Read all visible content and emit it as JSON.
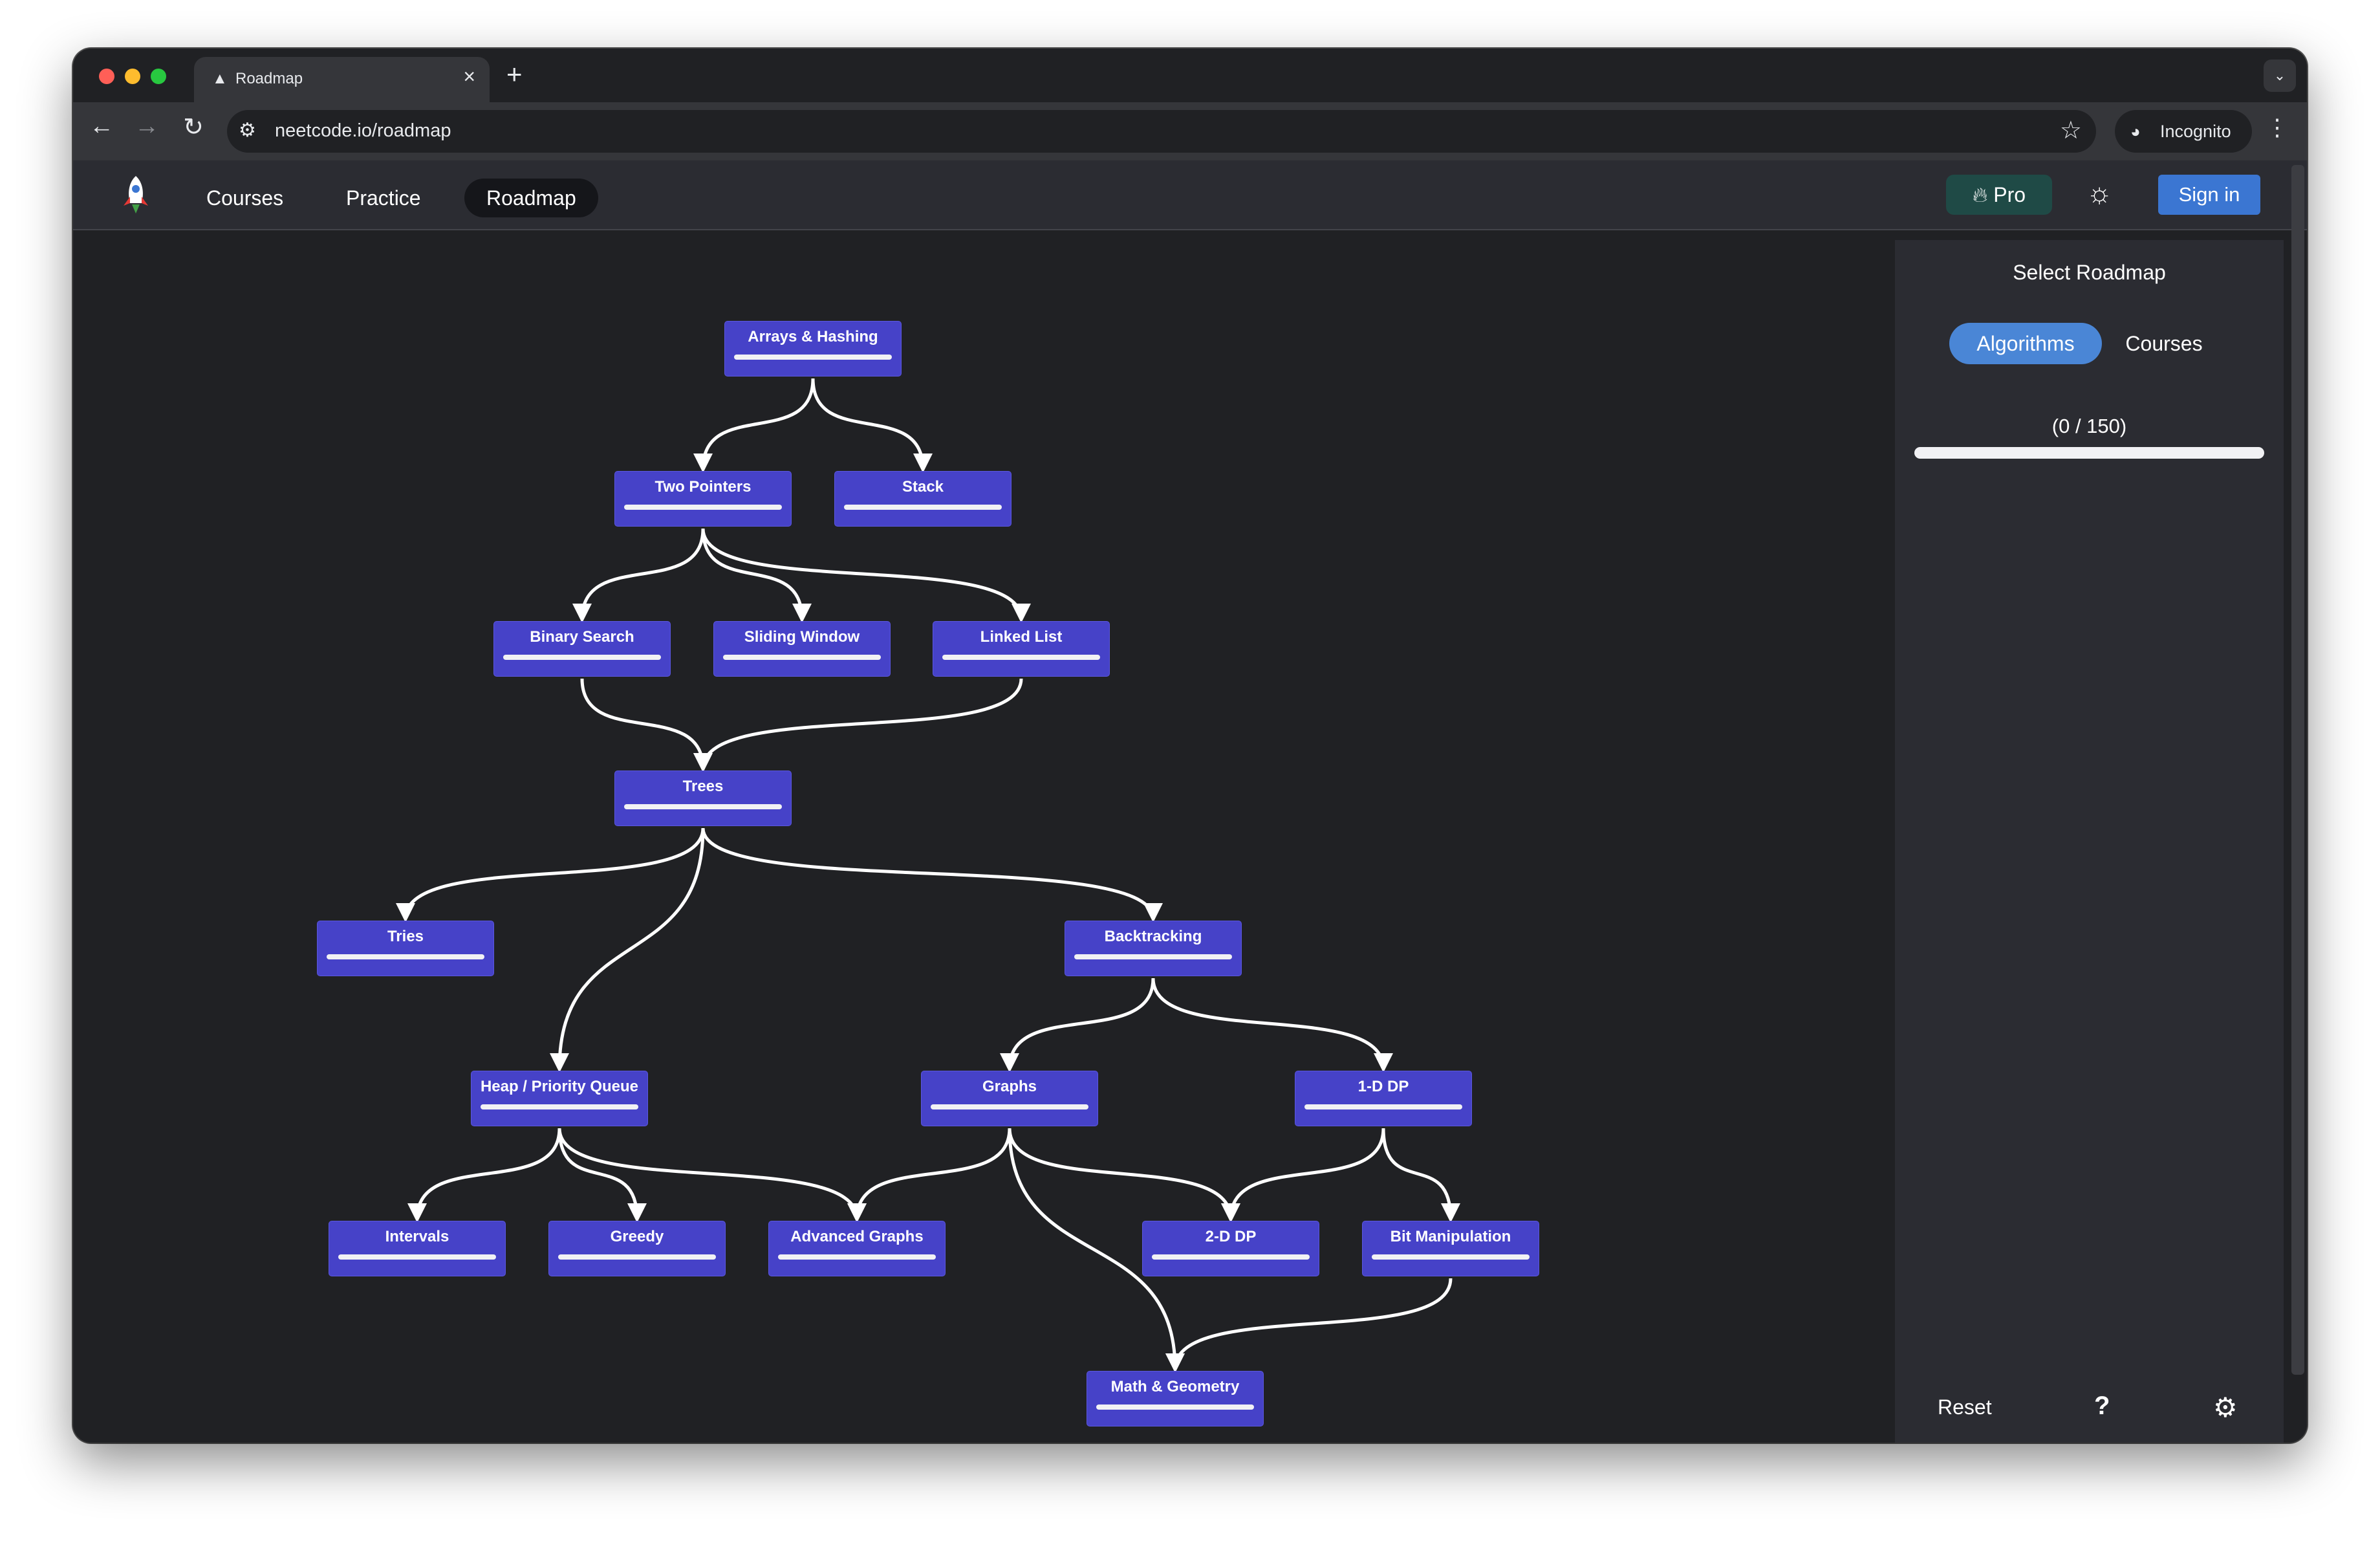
{
  "browser": {
    "tab_title": "Roadmap",
    "url": "neetcode.io/roadmap",
    "incognito_label": "Incognito",
    "icons": [
      "close-icon",
      "plus-icon",
      "back-icon",
      "forward-icon",
      "reload-icon",
      "site-settings-icon",
      "star-icon",
      "incognito-icon",
      "menu-icon"
    ]
  },
  "site_nav": {
    "links": [
      {
        "label": "Courses",
        "active": false
      },
      {
        "label": "Practice",
        "active": false
      },
      {
        "label": "Roadmap",
        "active": true
      }
    ],
    "pro_label": "Pro",
    "signin_label": "Sign in",
    "colors": {
      "pro_bg": "#1f4a46",
      "signin_bg": "#3b76d2"
    }
  },
  "roadmap": {
    "node_color": "#4642c8",
    "nodes": [
      {
        "id": "arrays",
        "label": "Arrays & Hashing",
        "progress": 0
      },
      {
        "id": "twopointers",
        "label": "Two Pointers",
        "progress": 0
      },
      {
        "id": "stack",
        "label": "Stack",
        "progress": 0
      },
      {
        "id": "binarysearch",
        "label": "Binary Search",
        "progress": 0
      },
      {
        "id": "slidingwindow",
        "label": "Sliding Window",
        "progress": 0
      },
      {
        "id": "linkedlist",
        "label": "Linked List",
        "progress": 0
      },
      {
        "id": "trees",
        "label": "Trees",
        "progress": 0
      },
      {
        "id": "tries",
        "label": "Tries",
        "progress": 0
      },
      {
        "id": "backtracking",
        "label": "Backtracking",
        "progress": 0
      },
      {
        "id": "heap",
        "label": "Heap / Priority Queue",
        "progress": 0
      },
      {
        "id": "graphs",
        "label": "Graphs",
        "progress": 0
      },
      {
        "id": "dp1",
        "label": "1-D DP",
        "progress": 0
      },
      {
        "id": "intervals",
        "label": "Intervals",
        "progress": 0
      },
      {
        "id": "greedy",
        "label": "Greedy",
        "progress": 0
      },
      {
        "id": "advgraphs",
        "label": "Advanced Graphs",
        "progress": 0
      },
      {
        "id": "dp2",
        "label": "2-D DP",
        "progress": 0
      },
      {
        "id": "bitmanip",
        "label": "Bit Manipulation",
        "progress": 0
      },
      {
        "id": "math",
        "label": "Math & Geometry",
        "progress": 0
      }
    ],
    "edges": [
      [
        "arrays",
        "twopointers"
      ],
      [
        "arrays",
        "stack"
      ],
      [
        "twopointers",
        "binarysearch"
      ],
      [
        "twopointers",
        "slidingwindow"
      ],
      [
        "twopointers",
        "linkedlist"
      ],
      [
        "binarysearch",
        "trees"
      ],
      [
        "linkedlist",
        "trees"
      ],
      [
        "trees",
        "tries"
      ],
      [
        "trees",
        "heap"
      ],
      [
        "trees",
        "backtracking"
      ],
      [
        "backtracking",
        "graphs"
      ],
      [
        "backtracking",
        "dp1"
      ],
      [
        "heap",
        "intervals"
      ],
      [
        "heap",
        "greedy"
      ],
      [
        "heap",
        "advgraphs"
      ],
      [
        "graphs",
        "advgraphs"
      ],
      [
        "graphs",
        "dp2"
      ],
      [
        "graphs",
        "math"
      ],
      [
        "dp1",
        "dp2"
      ],
      [
        "dp1",
        "bitmanip"
      ],
      [
        "bitmanip",
        "math"
      ]
    ]
  },
  "panel": {
    "title": "Select Roadmap",
    "toggle": [
      {
        "label": "Algorithms",
        "active": true
      },
      {
        "label": "Courses",
        "active": false
      }
    ],
    "progress_text": "(0 / 150)",
    "progress": {
      "done": 0,
      "total": 150
    },
    "reset_label": "Reset",
    "help_label": "?",
    "accent": "#4a86d6"
  }
}
